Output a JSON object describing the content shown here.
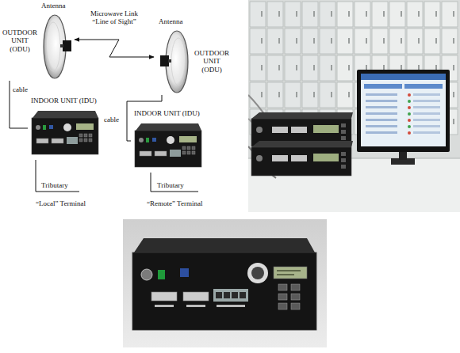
{
  "diagram": {
    "nodes": [
      {
        "text": [
          "Antenna",
          "OUTDOOR UNIT (ODU)"
        ]
      },
      {
        "text": [
          "Antenna",
          "OUTDOOR UNIT (ODU)"
        ]
      },
      {
        "text": [
          "INDOOR UNIT (IDU)"
        ]
      },
      {
        "text": [
          "INDOOR UNIT (IDU)"
        ]
      }
    ],
    "edges": [
      {
        "from": 0,
        "to": 1,
        "label": "Microwave Link “Line of Sight”",
        "arrow": "both"
      },
      {
        "from": 0,
        "to": 2,
        "label": "cable",
        "arrow": "none"
      },
      {
        "from": 1,
        "to": 3,
        "label": "cable",
        "arrow": "none"
      }
    ],
    "labels": [
      "Tributary",
      "Tributary",
      "“Local” Terminal",
      "“Remote” Terminal"
    ]
  }
}
